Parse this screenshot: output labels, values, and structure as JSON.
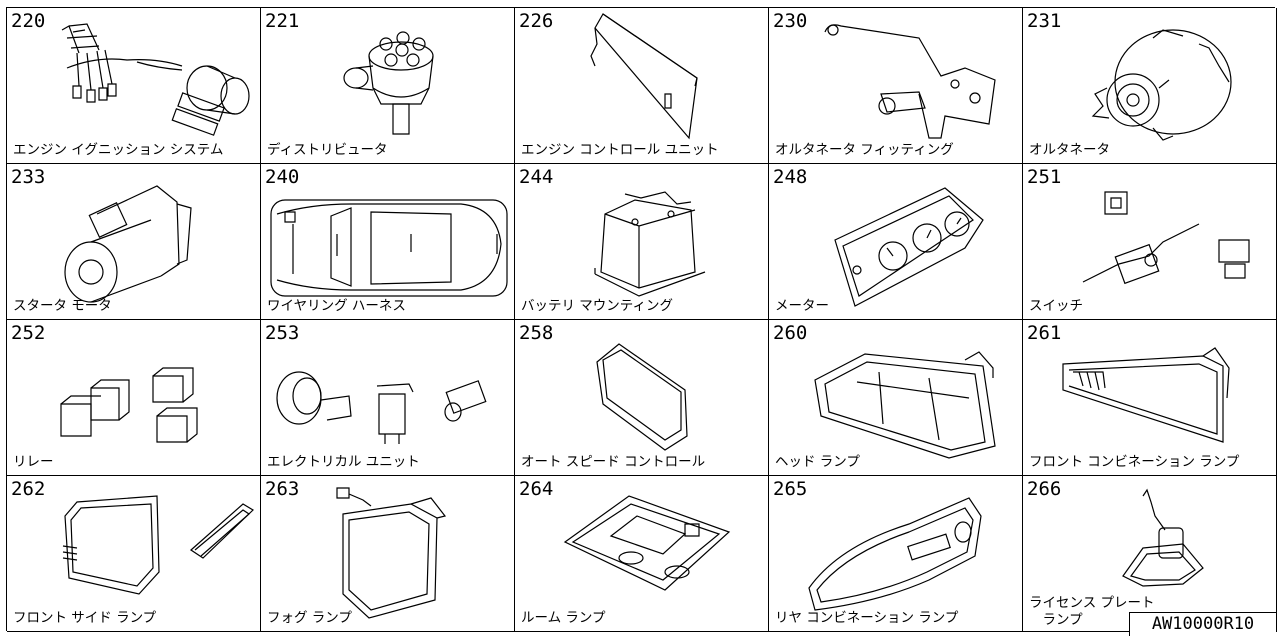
{
  "catalog": {
    "code": "AW10000R10",
    "cells": [
      {
        "num": "220",
        "label": "エンジン イグニッション システム",
        "icon": "ignition-system"
      },
      {
        "num": "221",
        "label": "ディストリビュータ",
        "icon": "distributor"
      },
      {
        "num": "226",
        "label": "エンジン コントロール ユニット",
        "icon": "engine-control-unit"
      },
      {
        "num": "230",
        "label": "オルタネータ フィッティング",
        "icon": "alternator-fitting"
      },
      {
        "num": "231",
        "label": "オルタネータ",
        "icon": "alternator"
      },
      {
        "num": "233",
        "label": "スタータ モータ",
        "icon": "starter-motor"
      },
      {
        "num": "240",
        "label": "ワイヤリング ハーネス",
        "icon": "wiring-harness"
      },
      {
        "num": "244",
        "label": "バッテリ マウンティング",
        "icon": "battery"
      },
      {
        "num": "248",
        "label": "メーター",
        "icon": "meter"
      },
      {
        "num": "251",
        "label": "スイッチ",
        "icon": "switch"
      },
      {
        "num": "252",
        "label": "リレー",
        "icon": "relay"
      },
      {
        "num": "253",
        "label": "エレクトリカル ユニット",
        "icon": "electrical-unit"
      },
      {
        "num": "258",
        "label": "オート スピード コントロール",
        "icon": "speed-control"
      },
      {
        "num": "260",
        "label": "ヘッド ランプ",
        "icon": "head-lamp"
      },
      {
        "num": "261",
        "label": "フロント コンビネーション ランプ",
        "icon": "front-combination-lamp"
      },
      {
        "num": "262",
        "label": "フロント サイド ランプ",
        "icon": "front-side-lamp"
      },
      {
        "num": "263",
        "label": "フォグ ランプ",
        "icon": "fog-lamp"
      },
      {
        "num": "264",
        "label": "ルーム ランプ",
        "icon": "room-lamp"
      },
      {
        "num": "265",
        "label": "リヤ コンビネーション ランプ",
        "icon": "rear-combination-lamp"
      },
      {
        "num": "266",
        "label": "ライセンス プレート\n　ランプ",
        "icon": "license-plate-lamp"
      }
    ]
  }
}
